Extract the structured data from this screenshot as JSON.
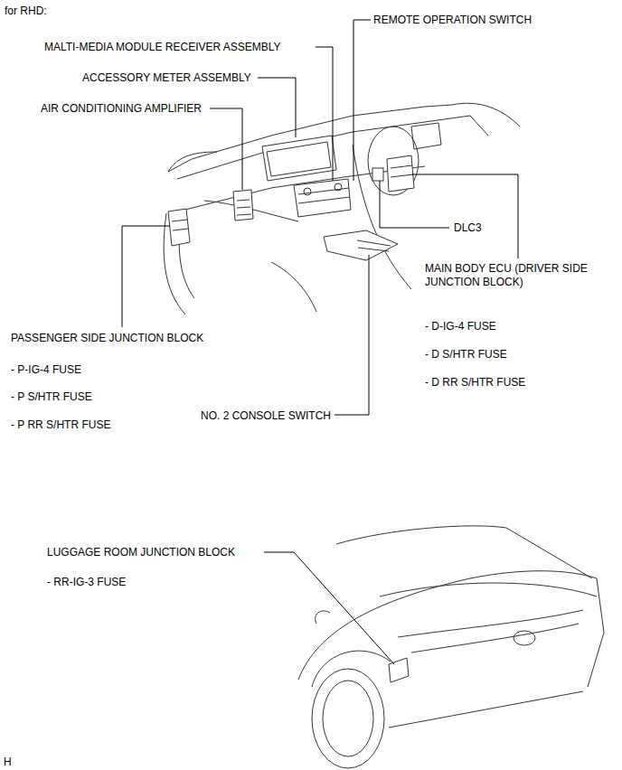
{
  "diagram": {
    "title": "for RHD:",
    "labels": [
      "REMOTE OPERATION SWITCH",
      "MALTI-MEDIA MODULE RECEIVER ASSEMBLY",
      "ACCESSORY METER ASSEMBLY",
      "AIR CONDITIONING AMPLIFIER",
      "DLC3",
      "MAIN BODY ECU (DRIVER SIDE JUNCTION BLOCK)",
      "- D-IG-4 FUSE",
      "- D S/HTR FUSE",
      "- D RR S/HTR FUSE",
      "PASSENGER SIDE JUNCTION BLOCK",
      "- P-IG-4 FUSE",
      "- P S/HTR FUSE",
      "- P RR S/HTR FUSE",
      "NO. 2 CONSOLE SWITCH",
      "LUGGAGE ROOM JUNCTION BLOCK",
      "- RR-IG-3 FUSE",
      "H"
    ]
  }
}
